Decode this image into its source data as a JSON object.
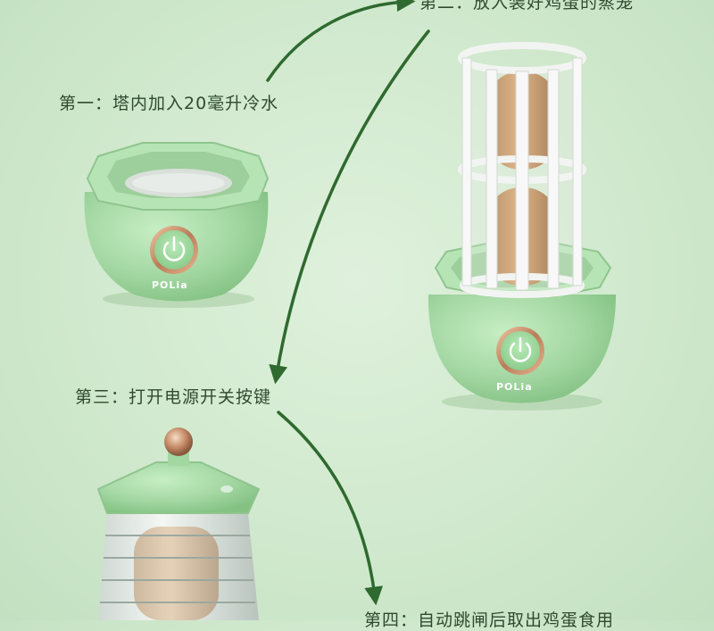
{
  "steps": {
    "step1": "第一：塔内加入20毫升冷水",
    "step2": "第二：放入装好鸡蛋的蒸笼",
    "step3": "第三：打开电源开关按键",
    "step4": "第四：自动跳闸后取出鸡蛋食用"
  },
  "brand": "POLia",
  "colors": {
    "background": "#d2eacf",
    "body": "#a8dca8",
    "arrow": "#2f6a2f",
    "text": "#2f4a2f",
    "accent_ring": "#c9906e"
  },
  "icons": [
    "power-icon",
    "arrow-icon"
  ]
}
